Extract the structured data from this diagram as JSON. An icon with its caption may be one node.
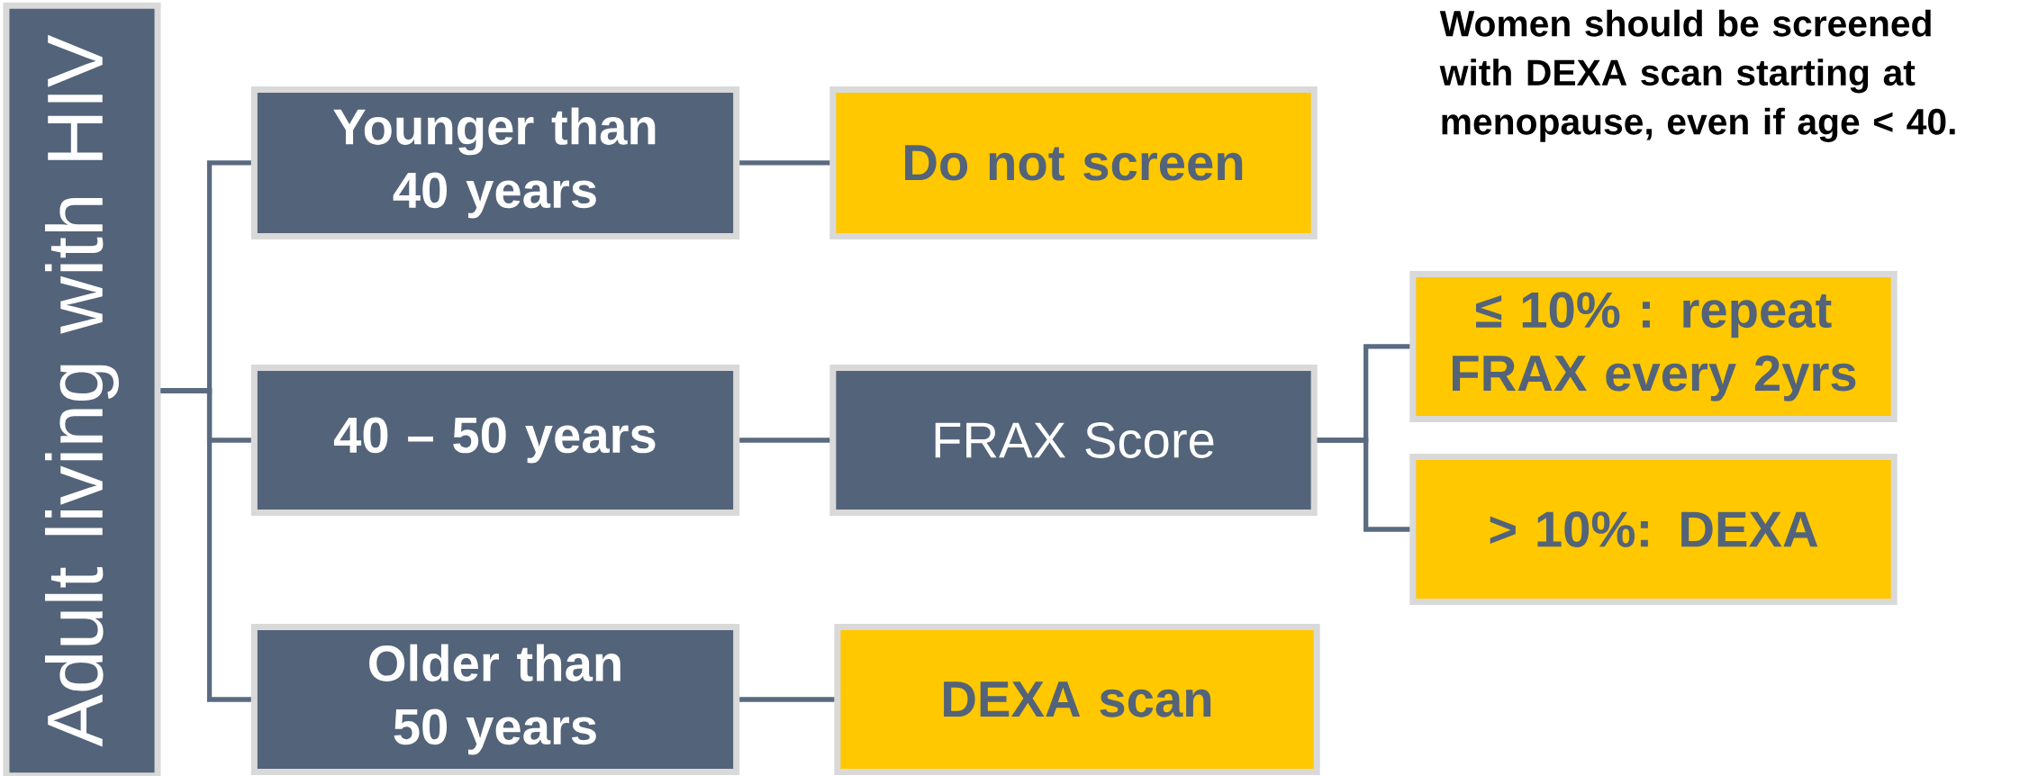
{
  "diagram": {
    "nodes": [
      {
        "text": [
          "Adult living with HIV"
        ]
      },
      {
        "text": [
          "Younger than 40 years"
        ]
      },
      {
        "text": [
          "Do not screen"
        ]
      },
      {
        "text": [
          "40 – 50 years"
        ]
      },
      {
        "text": [
          "FRAX Score"
        ]
      },
      {
        "text": [
          "≤ 10% : repeat FRAX every 2yrs"
        ]
      },
      {
        "text": [
          "> 10%: DEXA"
        ]
      },
      {
        "text": [
          "Older than 50 years"
        ]
      },
      {
        "text": [
          "DEXA scan"
        ]
      }
    ],
    "edges": [
      {
        "from": 0,
        "to": 1,
        "arrow": "none"
      },
      {
        "from": 0,
        "to": 3,
        "arrow": "none"
      },
      {
        "from": 0,
        "to": 7,
        "arrow": "none"
      },
      {
        "from": 1,
        "to": 2,
        "arrow": "none"
      },
      {
        "from": 3,
        "to": 4,
        "arrow": "none"
      },
      {
        "from": 4,
        "to": 5,
        "arrow": "none"
      },
      {
        "from": 4,
        "to": 6,
        "arrow": "none"
      },
      {
        "from": 7,
        "to": 8,
        "arrow": "none"
      }
    ],
    "labels": [
      "Women should be screened with DEXA scan starting at menopause, even if age < 40."
    ]
  }
}
